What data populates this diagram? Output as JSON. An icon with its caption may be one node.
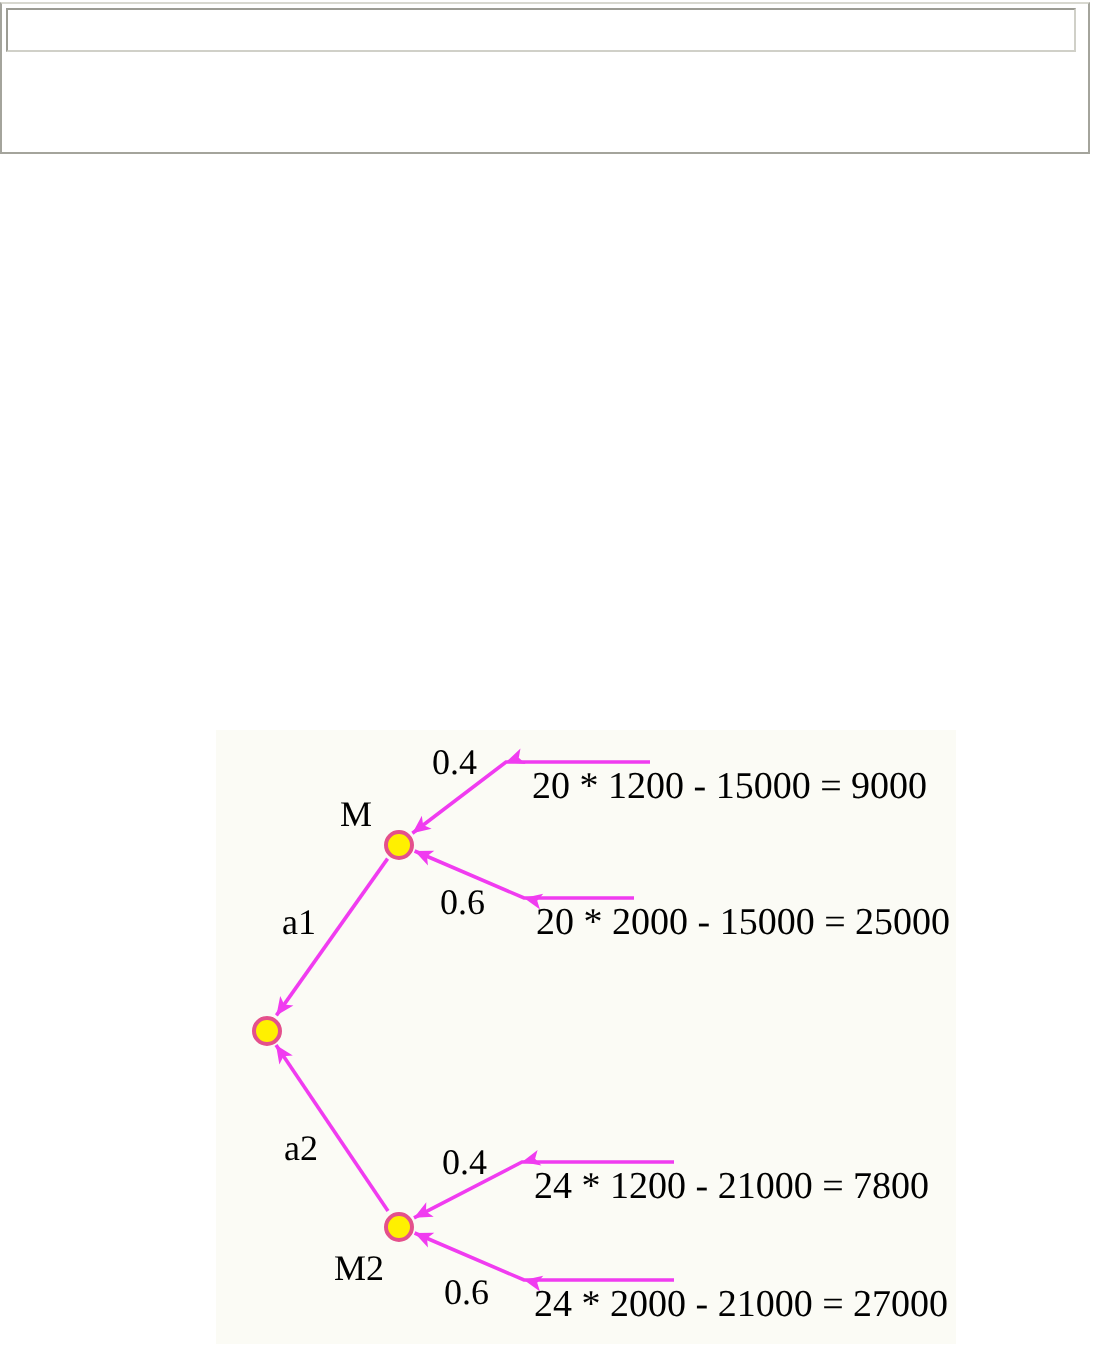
{
  "diagram": {
    "nodes": [
      {
        "text": [],
        "shape": "circle"
      },
      {
        "text": [],
        "shape": "circle",
        "beside": [
          "M"
        ]
      },
      {
        "text": [],
        "shape": "circle",
        "beside": [
          "M2"
        ]
      },
      {
        "text": [
          "20 * 1200 - 15000 = 9000"
        ]
      },
      {
        "text": [
          "20 * 2000 - 15000 = 25000"
        ]
      },
      {
        "text": [
          "24 * 1200 - 21000 = 7800"
        ]
      },
      {
        "text": [
          "24 * 2000 - 21000 = 27000"
        ]
      }
    ],
    "edges": [
      {
        "from": 1,
        "to": 0,
        "arrow": "to",
        "label": "a1"
      },
      {
        "from": 2,
        "to": 0,
        "arrow": "to",
        "label": "a2"
      },
      {
        "from": 3,
        "to": 1,
        "arrow": "to",
        "label": "0.4"
      },
      {
        "from": 4,
        "to": 1,
        "arrow": "to",
        "label": "0.6"
      },
      {
        "from": 5,
        "to": 2,
        "arrow": "to",
        "label": "0.4"
      },
      {
        "from": 6,
        "to": 2,
        "arrow": "to",
        "label": "0.6"
      }
    ]
  }
}
